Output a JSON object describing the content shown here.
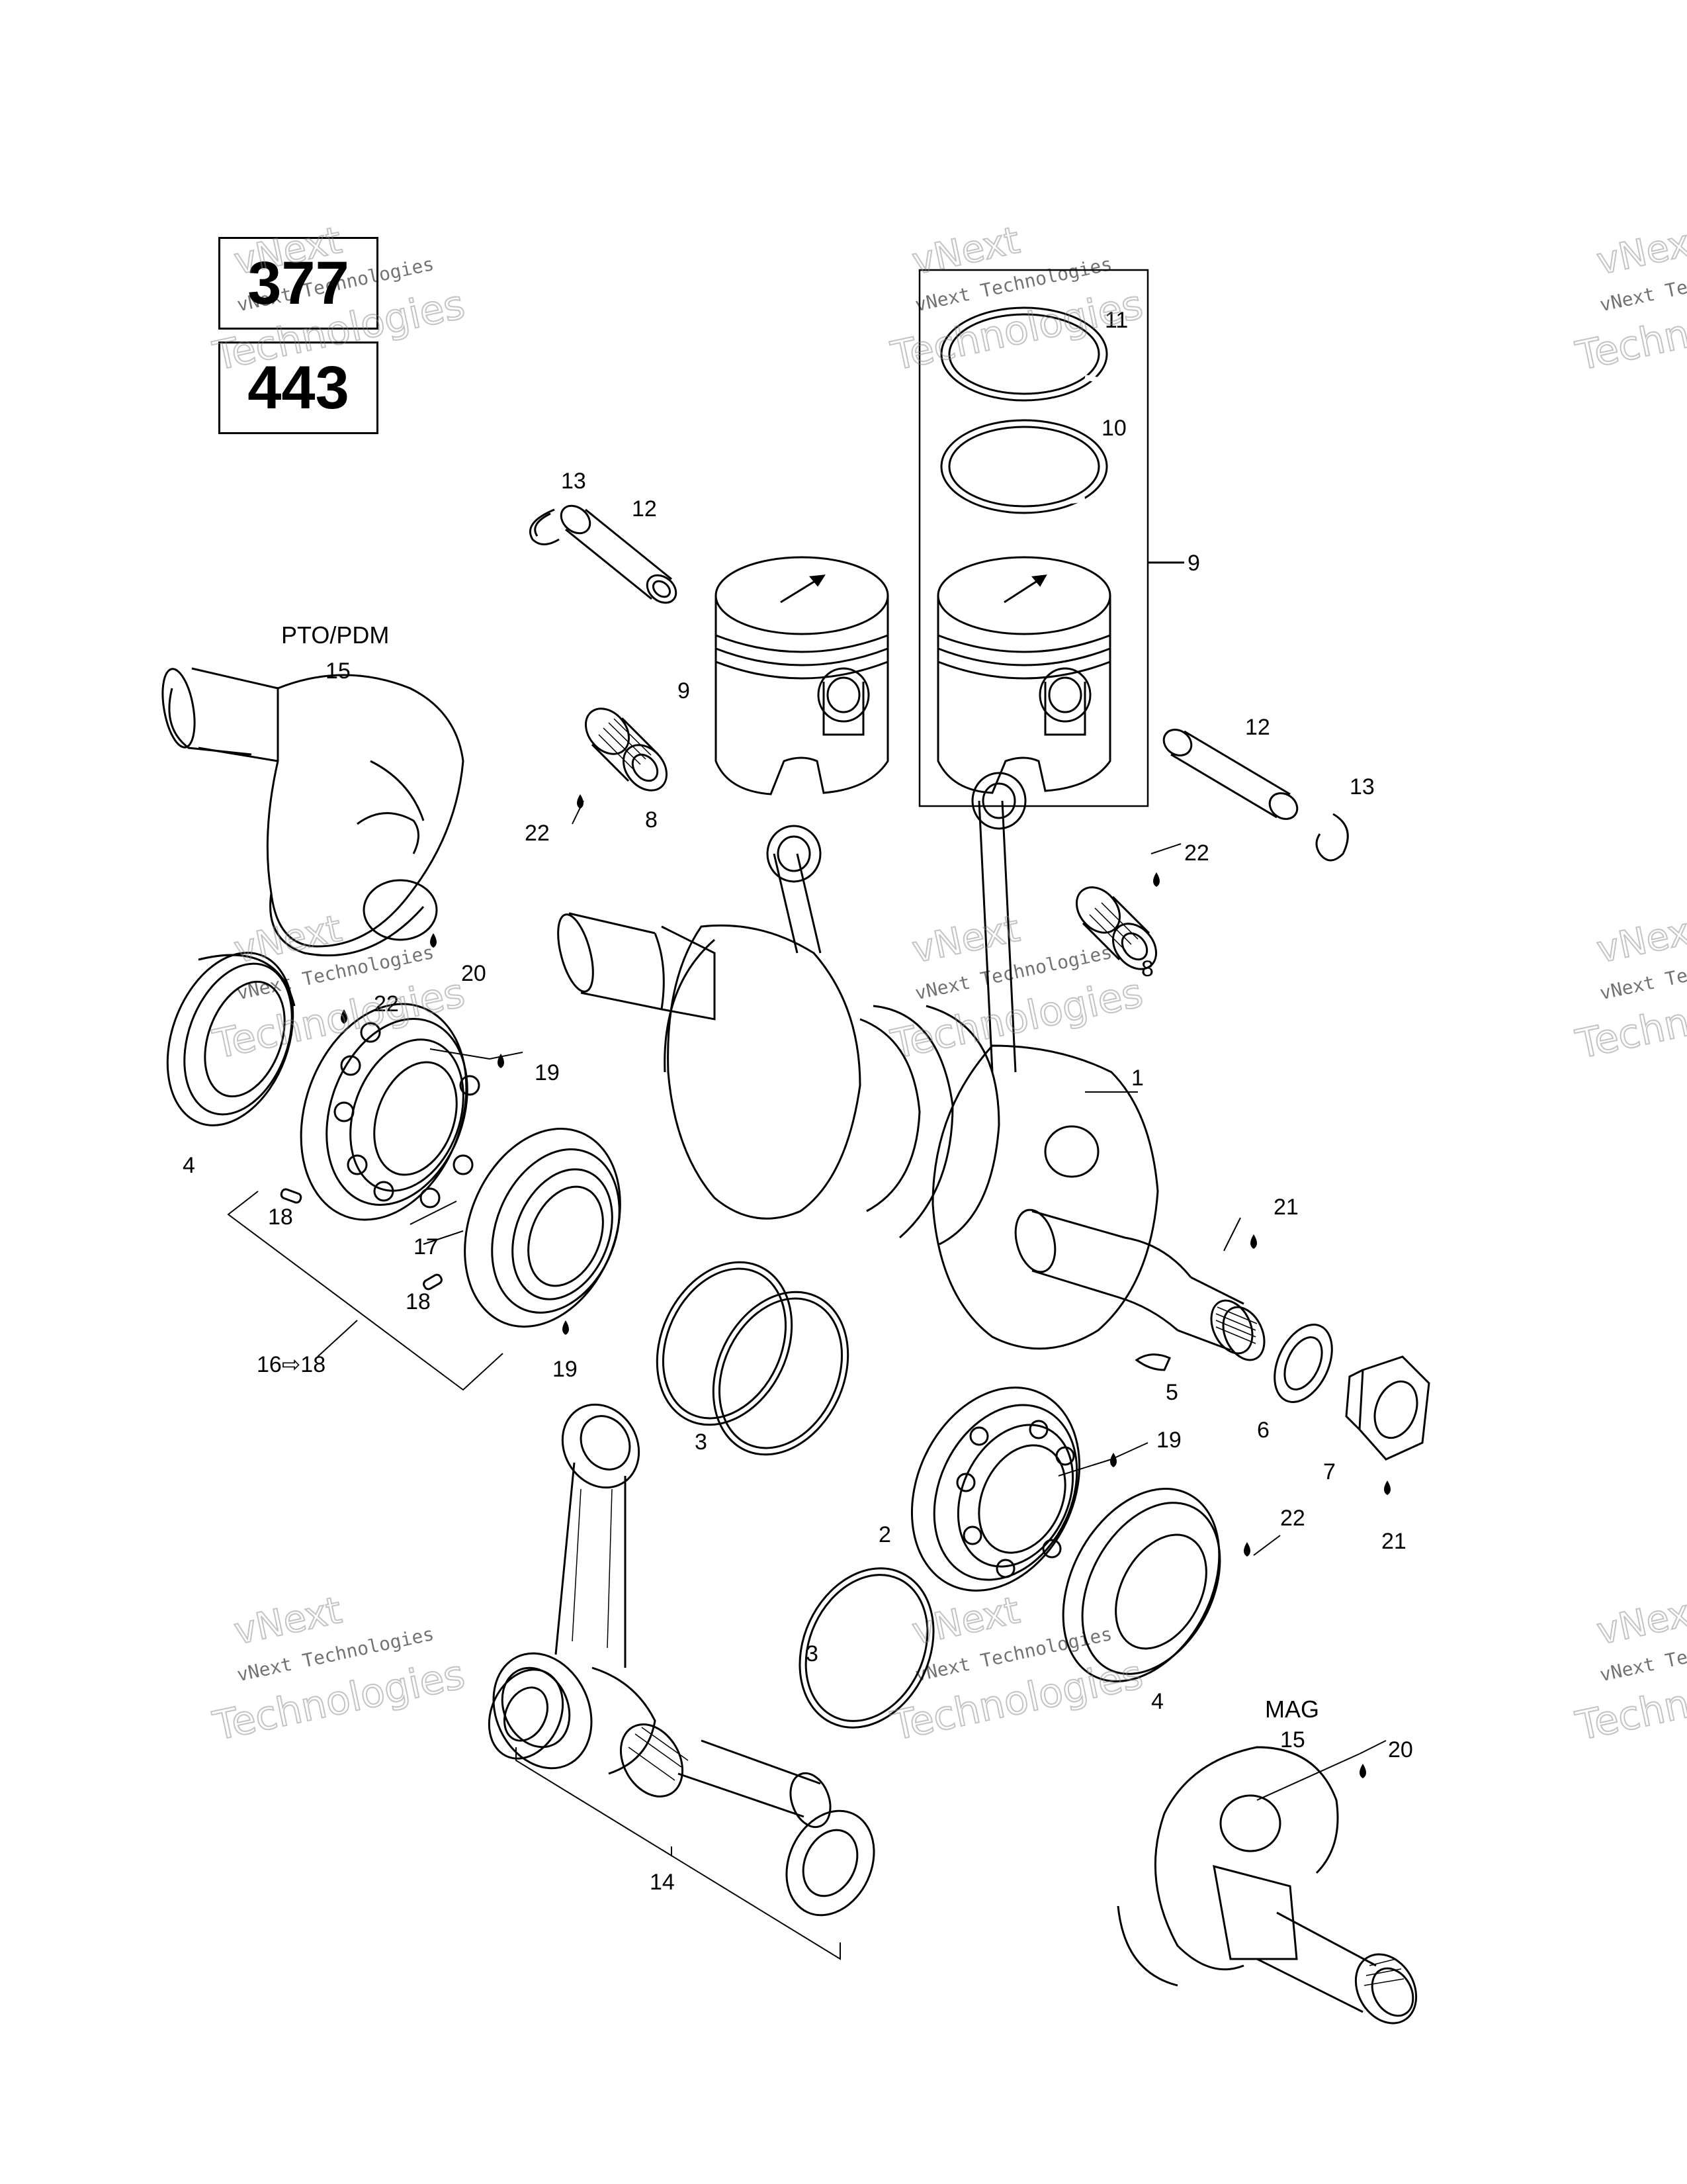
{
  "engine_codes": [
    "377",
    "443"
  ],
  "side_labels": {
    "pto": "PTO/PDM",
    "mag": "MAG"
  },
  "callouts": [
    {
      "id": "c1",
      "text": "1"
    },
    {
      "id": "c2",
      "text": "2"
    },
    {
      "id": "c3a",
      "text": "3"
    },
    {
      "id": "c3b",
      "text": "3"
    },
    {
      "id": "c4a",
      "text": "4"
    },
    {
      "id": "c4b",
      "text": "4"
    },
    {
      "id": "c5",
      "text": "5"
    },
    {
      "id": "c6",
      "text": "6"
    },
    {
      "id": "c7",
      "text": "7"
    },
    {
      "id": "c8a",
      "text": "8"
    },
    {
      "id": "c8b",
      "text": "8"
    },
    {
      "id": "c9a",
      "text": "9"
    },
    {
      "id": "c9b",
      "text": "9"
    },
    {
      "id": "c10",
      "text": "10"
    },
    {
      "id": "c11",
      "text": "11"
    },
    {
      "id": "c12a",
      "text": "12"
    },
    {
      "id": "c12b",
      "text": "12"
    },
    {
      "id": "c13a",
      "text": "13"
    },
    {
      "id": "c13b",
      "text": "13"
    },
    {
      "id": "c14",
      "text": "14"
    },
    {
      "id": "c15a",
      "text": "15"
    },
    {
      "id": "c15b",
      "text": "15"
    },
    {
      "id": "c16",
      "text": "16⇨18"
    },
    {
      "id": "c17",
      "text": "17"
    },
    {
      "id": "c18a",
      "text": "18"
    },
    {
      "id": "c18b",
      "text": "18"
    },
    {
      "id": "c19a",
      "text": "19"
    },
    {
      "id": "c19b",
      "text": "19"
    },
    {
      "id": "c19c",
      "text": "19"
    },
    {
      "id": "c20a",
      "text": "20"
    },
    {
      "id": "c20b",
      "text": "20"
    },
    {
      "id": "c21a",
      "text": "21"
    },
    {
      "id": "c21b",
      "text": "21"
    },
    {
      "id": "c22a",
      "text": "22"
    },
    {
      "id": "c22b",
      "text": "22"
    },
    {
      "id": "c22c",
      "text": "22"
    },
    {
      "id": "c22d",
      "text": "22"
    }
  ],
  "watermark": {
    "line1": "vNext",
    "line2": "vNext Technologies",
    "line3": "Technologies"
  }
}
